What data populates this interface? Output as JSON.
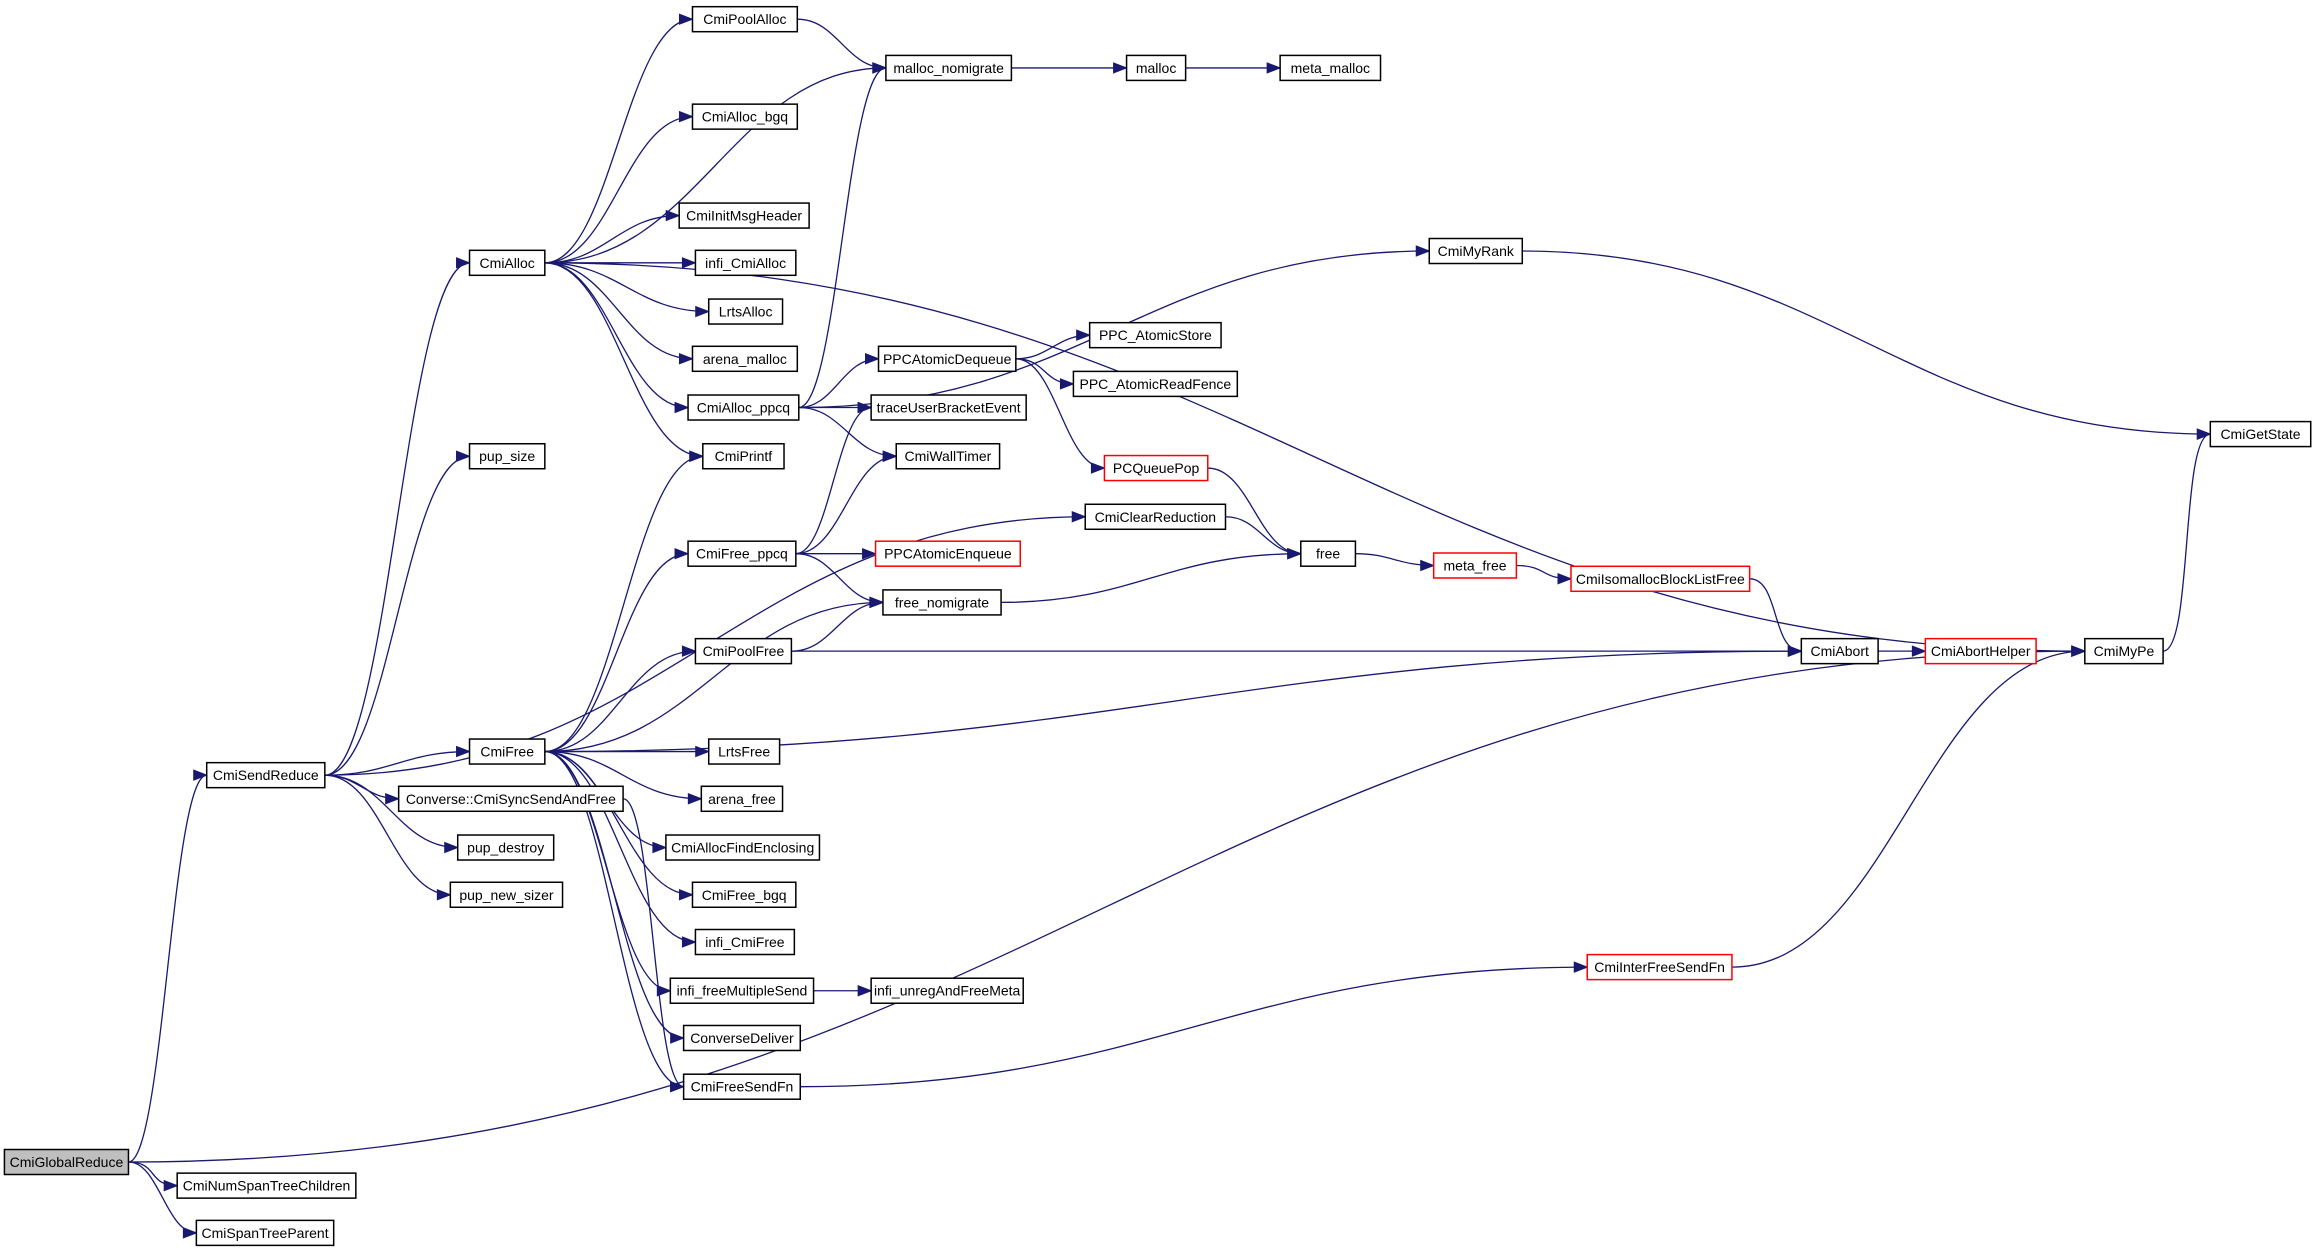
{
  "graph": {
    "root": "CmiGlobalReduce",
    "colors": {
      "edge": "#191970",
      "node_border": "#000000",
      "truncated_border": "#ff0000",
      "root_fill": "#bfbfbf"
    },
    "nodes": [
      {
        "id": "CmiGlobalReduce",
        "label": "CmiGlobalReduce",
        "kind": "root"
      },
      {
        "id": "CmiSendReduce",
        "label": "CmiSendReduce",
        "kind": "normal"
      },
      {
        "id": "CmiNumSpanTreeChildren",
        "label": "CmiNumSpanTreeChildren",
        "kind": "normal"
      },
      {
        "id": "CmiSpanTreeParent",
        "label": "CmiSpanTreeParent",
        "kind": "normal"
      },
      {
        "id": "CmiAlloc",
        "label": "CmiAlloc",
        "kind": "normal"
      },
      {
        "id": "pup_size",
        "label": "pup_size",
        "kind": "normal"
      },
      {
        "id": "CmiFree",
        "label": "CmiFree",
        "kind": "normal"
      },
      {
        "id": "ConverseCmiSyncSendAndFree",
        "label": "Converse::CmiSyncSendAndFree",
        "kind": "normal"
      },
      {
        "id": "pup_destroy",
        "label": "pup_destroy",
        "kind": "normal"
      },
      {
        "id": "pup_new_sizer",
        "label": "pup_new_sizer",
        "kind": "normal"
      },
      {
        "id": "CmiPoolAlloc",
        "label": "CmiPoolAlloc",
        "kind": "normal"
      },
      {
        "id": "CmiAlloc_bgq",
        "label": "CmiAlloc_bgq",
        "kind": "normal"
      },
      {
        "id": "CmiInitMsgHeader",
        "label": "CmiInitMsgHeader",
        "kind": "normal"
      },
      {
        "id": "infi_CmiAlloc",
        "label": "infi_CmiAlloc",
        "kind": "normal"
      },
      {
        "id": "LrtsAlloc",
        "label": "LrtsAlloc",
        "kind": "normal"
      },
      {
        "id": "arena_malloc",
        "label": "arena_malloc",
        "kind": "normal"
      },
      {
        "id": "CmiAlloc_ppcq",
        "label": "CmiAlloc_ppcq",
        "kind": "normal"
      },
      {
        "id": "CmiPrintf",
        "label": "CmiPrintf",
        "kind": "normal"
      },
      {
        "id": "CmiFree_ppcq",
        "label": "CmiFree_ppcq",
        "kind": "normal"
      },
      {
        "id": "CmiPoolFree",
        "label": "CmiPoolFree",
        "kind": "normal"
      },
      {
        "id": "LrtsFree",
        "label": "LrtsFree",
        "kind": "normal"
      },
      {
        "id": "arena_free",
        "label": "arena_free",
        "kind": "normal"
      },
      {
        "id": "CmiAllocFindEnclosing",
        "label": "CmiAllocFindEnclosing",
        "kind": "normal"
      },
      {
        "id": "CmiFree_bgq",
        "label": "CmiFree_bgq",
        "kind": "normal"
      },
      {
        "id": "infi_CmiFree",
        "label": "infi_CmiFree",
        "kind": "normal"
      },
      {
        "id": "infi_freeMultipleSend",
        "label": "infi_freeMultipleSend",
        "kind": "normal"
      },
      {
        "id": "ConverseDeliver",
        "label": "ConverseDeliver",
        "kind": "normal"
      },
      {
        "id": "CmiFreeSendFn",
        "label": "CmiFreeSendFn",
        "kind": "normal"
      },
      {
        "id": "malloc_nomigrate",
        "label": "malloc_nomigrate",
        "kind": "normal"
      },
      {
        "id": "malloc",
        "label": "malloc",
        "kind": "normal"
      },
      {
        "id": "meta_malloc",
        "label": "meta_malloc",
        "kind": "normal"
      },
      {
        "id": "PPCAtomicDequeue",
        "label": "PPCAtomicDequeue",
        "kind": "normal"
      },
      {
        "id": "traceUserBracketEvent",
        "label": "traceUserBracketEvent",
        "kind": "normal"
      },
      {
        "id": "CmiWallTimer",
        "label": "CmiWallTimer",
        "kind": "normal"
      },
      {
        "id": "PPCAtomicEnqueue",
        "label": "PPCAtomicEnqueue",
        "kind": "truncated"
      },
      {
        "id": "free_nomigrate",
        "label": "free_nomigrate",
        "kind": "normal"
      },
      {
        "id": "CmiClearReduction",
        "label": "CmiClearReduction",
        "kind": "normal"
      },
      {
        "id": "infi_unregAndFreeMeta",
        "label": "infi_unregAndFreeMeta",
        "kind": "normal"
      },
      {
        "id": "PPC_AtomicStore",
        "label": "PPC_AtomicStore",
        "kind": "normal"
      },
      {
        "id": "PPC_AtomicReadFence",
        "label": "PPC_AtomicReadFence",
        "kind": "normal"
      },
      {
        "id": "PCQueuePop",
        "label": "PCQueuePop",
        "kind": "truncated"
      },
      {
        "id": "CmiMyRank",
        "label": "CmiMyRank",
        "kind": "normal"
      },
      {
        "id": "free",
        "label": "free",
        "kind": "normal"
      },
      {
        "id": "meta_free",
        "label": "meta_free",
        "kind": "truncated"
      },
      {
        "id": "CmiIsomallocBlockListFree",
        "label": "CmiIsomallocBlockListFree",
        "kind": "truncated"
      },
      {
        "id": "CmiInterFreeSendFn",
        "label": "CmiInterFreeSendFn",
        "kind": "truncated"
      },
      {
        "id": "CmiAbort",
        "label": "CmiAbort",
        "kind": "normal"
      },
      {
        "id": "CmiAbortHelper",
        "label": "CmiAbortHelper",
        "kind": "truncated"
      },
      {
        "id": "CmiMyPe",
        "label": "CmiMyPe",
        "kind": "normal"
      },
      {
        "id": "CmiGetState",
        "label": "CmiGetState",
        "kind": "normal"
      }
    ],
    "edges": [
      [
        "CmiGlobalReduce",
        "CmiSendReduce"
      ],
      [
        "CmiGlobalReduce",
        "CmiNumSpanTreeChildren"
      ],
      [
        "CmiGlobalReduce",
        "CmiSpanTreeParent"
      ],
      [
        "CmiGlobalReduce",
        "CmiMyPe"
      ],
      [
        "CmiSendReduce",
        "CmiAlloc"
      ],
      [
        "CmiSendReduce",
        "pup_size"
      ],
      [
        "CmiSendReduce",
        "CmiFree"
      ],
      [
        "CmiSendReduce",
        "ConverseCmiSyncSendAndFree"
      ],
      [
        "CmiSendReduce",
        "pup_destroy"
      ],
      [
        "CmiSendReduce",
        "pup_new_sizer"
      ],
      [
        "CmiSendReduce",
        "CmiClearReduction"
      ],
      [
        "CmiAlloc",
        "CmiPoolAlloc"
      ],
      [
        "CmiAlloc",
        "malloc_nomigrate"
      ],
      [
        "CmiAlloc",
        "CmiAlloc_bgq"
      ],
      [
        "CmiAlloc",
        "CmiMyPe"
      ],
      [
        "CmiAlloc",
        "CmiInitMsgHeader"
      ],
      [
        "CmiAlloc",
        "infi_CmiAlloc"
      ],
      [
        "CmiAlloc",
        "LrtsAlloc"
      ],
      [
        "CmiAlloc",
        "arena_malloc"
      ],
      [
        "CmiAlloc",
        "CmiAlloc_ppcq"
      ],
      [
        "CmiAlloc",
        "CmiPrintf"
      ],
      [
        "CmiPoolAlloc",
        "malloc_nomigrate"
      ],
      [
        "malloc_nomigrate",
        "malloc"
      ],
      [
        "malloc",
        "meta_malloc"
      ],
      [
        "CmiAlloc_ppcq",
        "malloc_nomigrate"
      ],
      [
        "CmiAlloc_ppcq",
        "CmiMyRank"
      ],
      [
        "CmiAlloc_ppcq",
        "PPCAtomicDequeue"
      ],
      [
        "CmiAlloc_ppcq",
        "traceUserBracketEvent"
      ],
      [
        "CmiAlloc_ppcq",
        "CmiWallTimer"
      ],
      [
        "PPCAtomicDequeue",
        "PPC_AtomicStore"
      ],
      [
        "PPCAtomicDequeue",
        "PPC_AtomicReadFence"
      ],
      [
        "PPCAtomicDequeue",
        "PCQueuePop"
      ],
      [
        "CmiMyRank",
        "CmiGetState"
      ],
      [
        "PCQueuePop",
        "free"
      ],
      [
        "CmiClearReduction",
        "free"
      ],
      [
        "CmiFree",
        "CmiPrintf"
      ],
      [
        "CmiFree",
        "CmiFree_ppcq"
      ],
      [
        "CmiFree",
        "free_nomigrate"
      ],
      [
        "CmiFree",
        "CmiPoolFree"
      ],
      [
        "CmiFree",
        "CmiAbort"
      ],
      [
        "CmiFree",
        "LrtsFree"
      ],
      [
        "CmiFree",
        "arena_free"
      ],
      [
        "CmiFree",
        "CmiAllocFindEnclosing"
      ],
      [
        "CmiFree",
        "CmiFree_bgq"
      ],
      [
        "CmiFree",
        "infi_CmiFree"
      ],
      [
        "CmiFree",
        "infi_freeMultipleSend"
      ],
      [
        "CmiFree",
        "ConverseDeliver"
      ],
      [
        "CmiFree",
        "CmiFreeSendFn"
      ],
      [
        "ConverseCmiSyncSendAndFree",
        "CmiFreeSendFn"
      ],
      [
        "CmiFree_ppcq",
        "traceUserBracketEvent"
      ],
      [
        "CmiFree_ppcq",
        "CmiWallTimer"
      ],
      [
        "CmiFree_ppcq",
        "PPCAtomicEnqueue"
      ],
      [
        "CmiFree_ppcq",
        "free_nomigrate"
      ],
      [
        "CmiPoolFree",
        "free_nomigrate"
      ],
      [
        "CmiPoolFree",
        "CmiAbort"
      ],
      [
        "free_nomigrate",
        "free"
      ],
      [
        "free",
        "meta_free"
      ],
      [
        "meta_free",
        "CmiIsomallocBlockListFree"
      ],
      [
        "CmiIsomallocBlockListFree",
        "CmiAbort"
      ],
      [
        "CmiAbort",
        "CmiAbortHelper"
      ],
      [
        "CmiAbortHelper",
        "CmiMyPe"
      ],
      [
        "CmiMyPe",
        "CmiGetState"
      ],
      [
        "infi_freeMultipleSend",
        "infi_unregAndFreeMeta"
      ],
      [
        "CmiFreeSendFn",
        "CmiInterFreeSendFn"
      ],
      [
        "CmiInterFreeSendFn",
        "CmiMyPe"
      ]
    ]
  }
}
